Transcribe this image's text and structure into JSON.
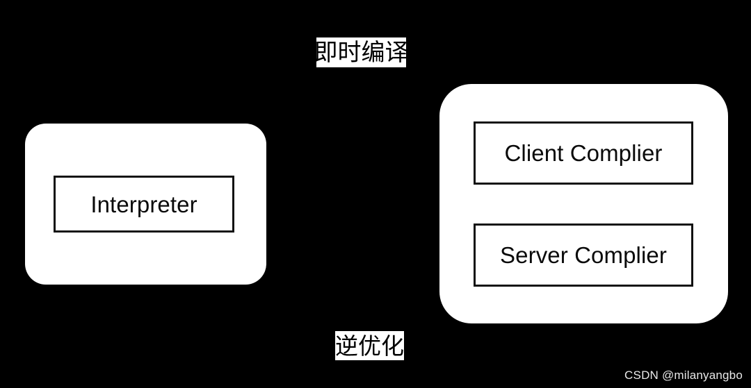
{
  "background_color": "#000000",
  "diagram": {
    "title_label_top": "即时编译",
    "title_label_bottom": "逆优化",
    "panels": [
      {
        "id": "interpreter",
        "boxes": [
          {
            "label": "Interpreter"
          }
        ]
      },
      {
        "id": "jit-compilers",
        "boxes": [
          {
            "label": "Client Complier"
          },
          {
            "label": "Server Complier"
          }
        ]
      }
    ]
  },
  "watermark": {
    "text": "CSDN @milanyangbo",
    "color": "#e9e9e9"
  }
}
